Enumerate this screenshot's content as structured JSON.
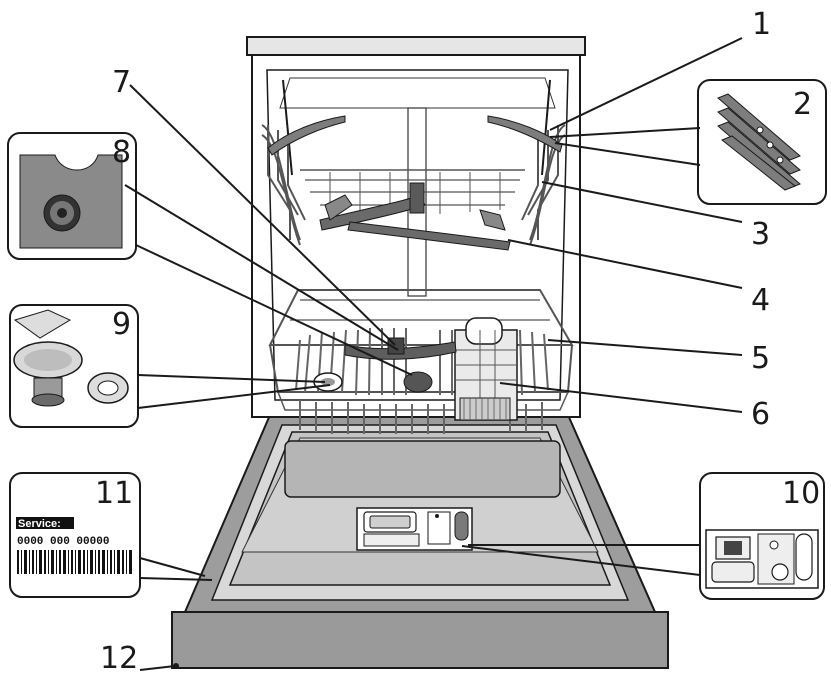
{
  "labels": [
    "1",
    "2",
    "3",
    "4",
    "5",
    "6",
    "7",
    "8",
    "9",
    "10",
    "11",
    "12"
  ],
  "service": {
    "title": "Service:",
    "number": "0000 000 00000"
  },
  "colors": {
    "outline": "#1a1a1a",
    "rack": "#7a7a7a",
    "spray_arm": "#5a5a5a",
    "door_dark": "#8c8c8c",
    "door_light": "#c9c9c9",
    "inset_dark": "#8a8a8a"
  }
}
